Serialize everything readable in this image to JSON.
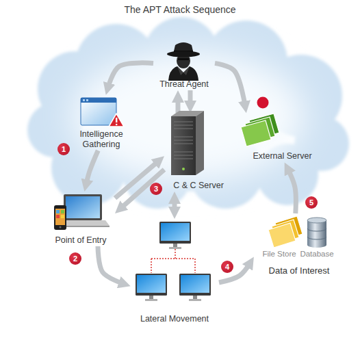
{
  "diagram": {
    "title": "The APT Attack Sequence",
    "nodes": [
      {
        "text": [
          "Threat Agent"
        ]
      },
      {
        "text": [
          "Intelligence Gathering"
        ]
      },
      {
        "text": [
          "C & C Server"
        ]
      },
      {
        "text": [
          "External Server"
        ]
      },
      {
        "text": [
          "Point of Entry"
        ]
      },
      {
        "text": [
          "Lateral Movement"
        ]
      },
      {
        "text": [
          "Data of Interest"
        ]
      },
      {
        "text": [
          "File Store"
        ],
        "in": 6
      },
      {
        "text": [
          "Database"
        ],
        "in": 6
      }
    ],
    "edges": [
      {
        "from": 0,
        "to": 1,
        "arrow": "to"
      },
      {
        "from": 0,
        "to": 2,
        "arrow": "to"
      },
      {
        "from": 2,
        "to": 0,
        "arrow": "to"
      },
      {
        "from": 0,
        "to": 3,
        "arrow": "to"
      },
      {
        "from": 1,
        "to": 4,
        "arrow": "to"
      },
      {
        "from": 4,
        "to": 2,
        "arrow": "to"
      },
      {
        "from": 2,
        "to": 4,
        "arrow": "to"
      },
      {
        "from": 2,
        "to": 5,
        "arrow": "both"
      },
      {
        "from": 4,
        "to": 5,
        "arrow": "to"
      },
      {
        "from": 5,
        "to": 6,
        "arrow": "to"
      },
      {
        "from": 6,
        "to": 3,
        "arrow": "to"
      }
    ],
    "labels": [
      "1",
      "2",
      "3",
      "4",
      "5"
    ]
  }
}
